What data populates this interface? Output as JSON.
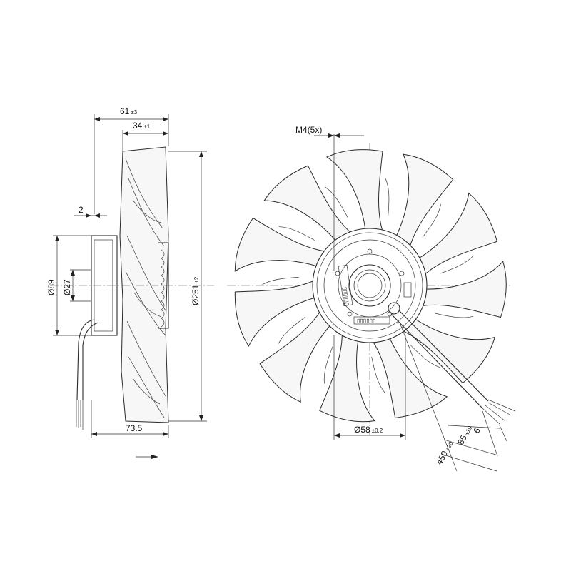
{
  "dimensions": {
    "width_total": {
      "value": "61",
      "tol": "±3"
    },
    "width_hub": {
      "value": "34",
      "tol": "±1"
    },
    "gap": {
      "value": "2"
    },
    "dia_89": {
      "value": "Ø89"
    },
    "dia_27": {
      "value": "Ø27"
    },
    "dia_251": {
      "value": "Ø251",
      "tol": "±2"
    },
    "depth_total": {
      "value": "73.5"
    },
    "screw": {
      "value": "M4(5x)"
    },
    "dia_58": {
      "value": "Ø58",
      "tol": "±0.2"
    },
    "lead_6": {
      "value": "6"
    },
    "lead_85": {
      "value": "85",
      "tol": "±10"
    },
    "lead_450": {
      "value": "450",
      "tol": "+20"
    }
  },
  "hub_markings": {
    "label_1": "▯▯▯▯▯▯",
    "label_2": "▯▯▯▯▯▯"
  },
  "colors": {
    "line": "#2a2a2a",
    "fill": "#f7f7f7"
  }
}
